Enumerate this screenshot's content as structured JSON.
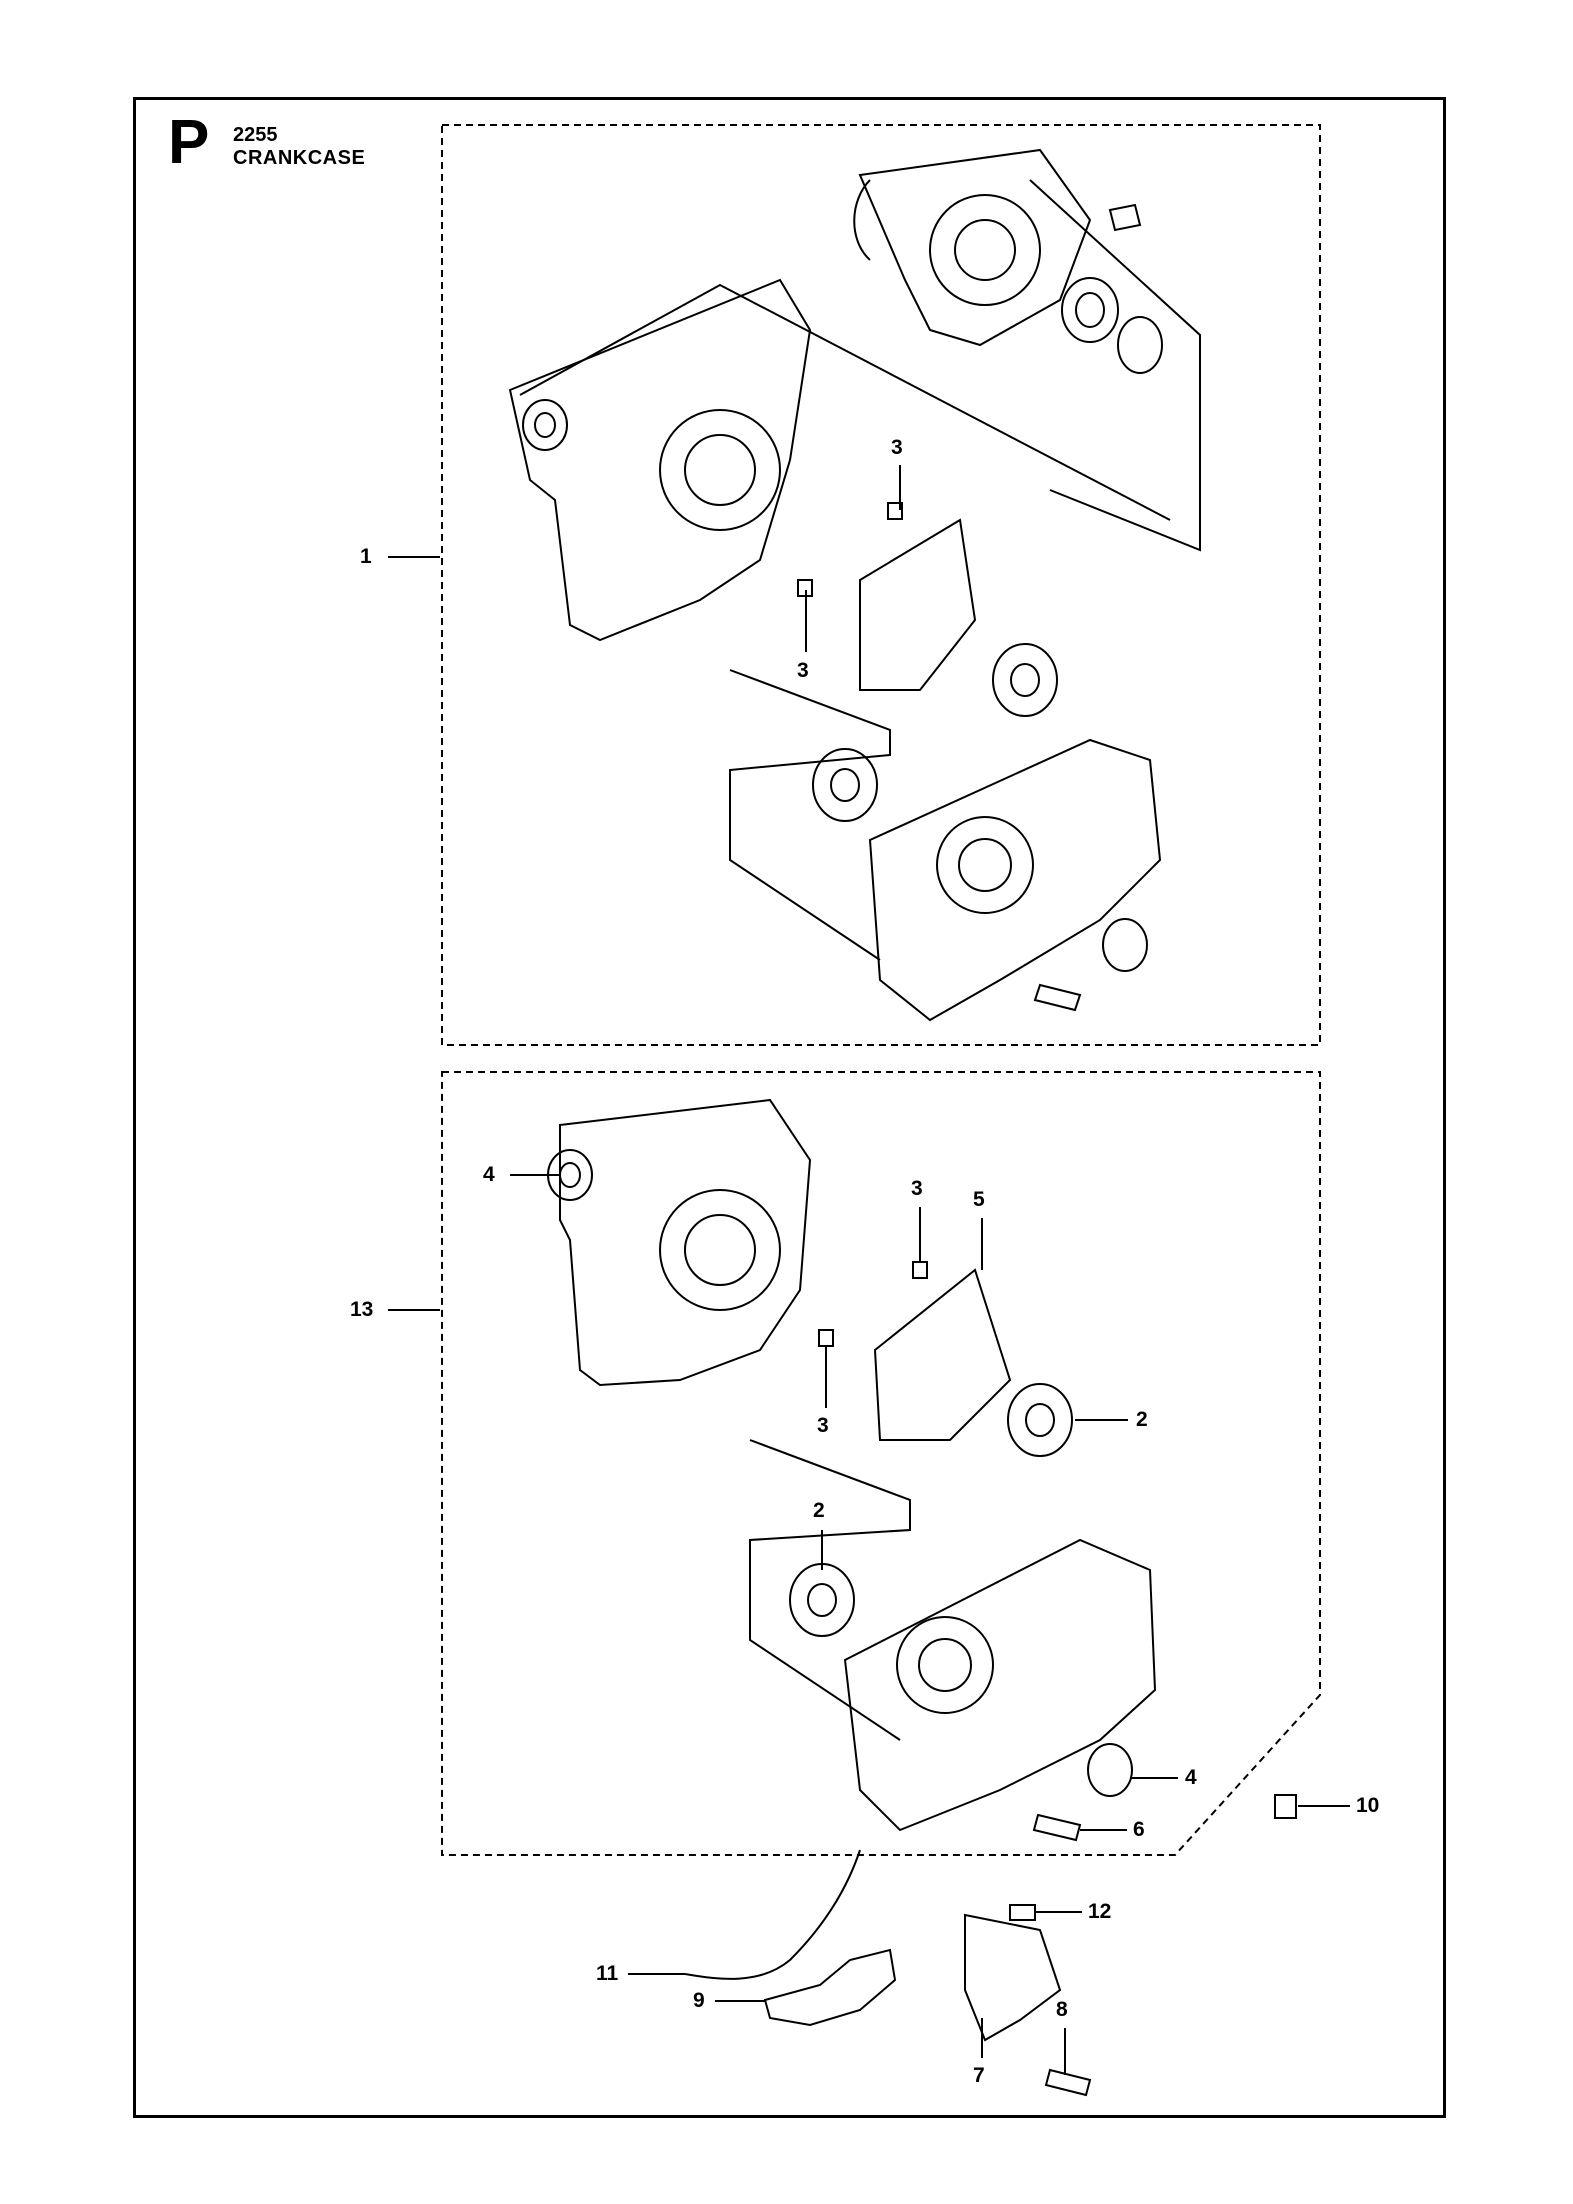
{
  "header": {
    "section_letter": "P",
    "page_code": "2255",
    "title": "CRANKCASE"
  },
  "callouts": {
    "top_assembly": "1",
    "top_pin_upper": "3",
    "top_pin_lower": "3",
    "bottom_assembly": "13",
    "seal_left": "4",
    "pin_upper": "3",
    "gasket": "5",
    "pin_lower": "3",
    "bearing_right": "2",
    "bearing_left": "2",
    "seal_right": "4",
    "screw_6": "6",
    "plug_10": "10",
    "nipple_12": "12",
    "cable_11": "11",
    "bracket_9": "9",
    "screw_8": "8",
    "cover_7": "7"
  }
}
